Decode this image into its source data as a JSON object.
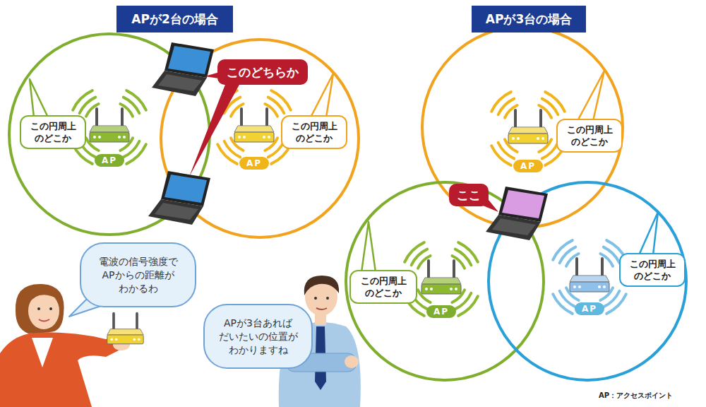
{
  "diagram": {
    "nodes": [
      {
        "text": [
          "APが2台の場合"
        ]
      },
      {
        "text": [
          "APが3台の場合"
        ]
      },
      {
        "text": [
          "この円周上 のどこか"
        ]
      },
      {
        "text": [
          "AP"
        ]
      },
      {
        "text": [
          "このどちらか"
        ]
      },
      {
        "text": [
          "この円周上 のどこか"
        ]
      },
      {
        "text": [
          "AP"
        ]
      },
      {
        "text": [
          "この円周上 のどこか"
        ]
      },
      {
        "text": [
          "AP"
        ]
      },
      {
        "text": [
          "ここ"
        ]
      },
      {
        "text": [
          "この円周上 のどこか"
        ]
      },
      {
        "text": [
          "AP"
        ]
      },
      {
        "text": [
          "この円周上 のどこか"
        ]
      },
      {
        "text": [
          "AP"
        ]
      },
      {
        "text": [
          "電波の信号強度で APからの距離が わかるわ"
        ]
      },
      {
        "text": [
          "APが3台あれば だいたいの位置が わかりますね"
        ]
      }
    ],
    "labels": [
      "AP：アクセスポイント"
    ]
  }
}
